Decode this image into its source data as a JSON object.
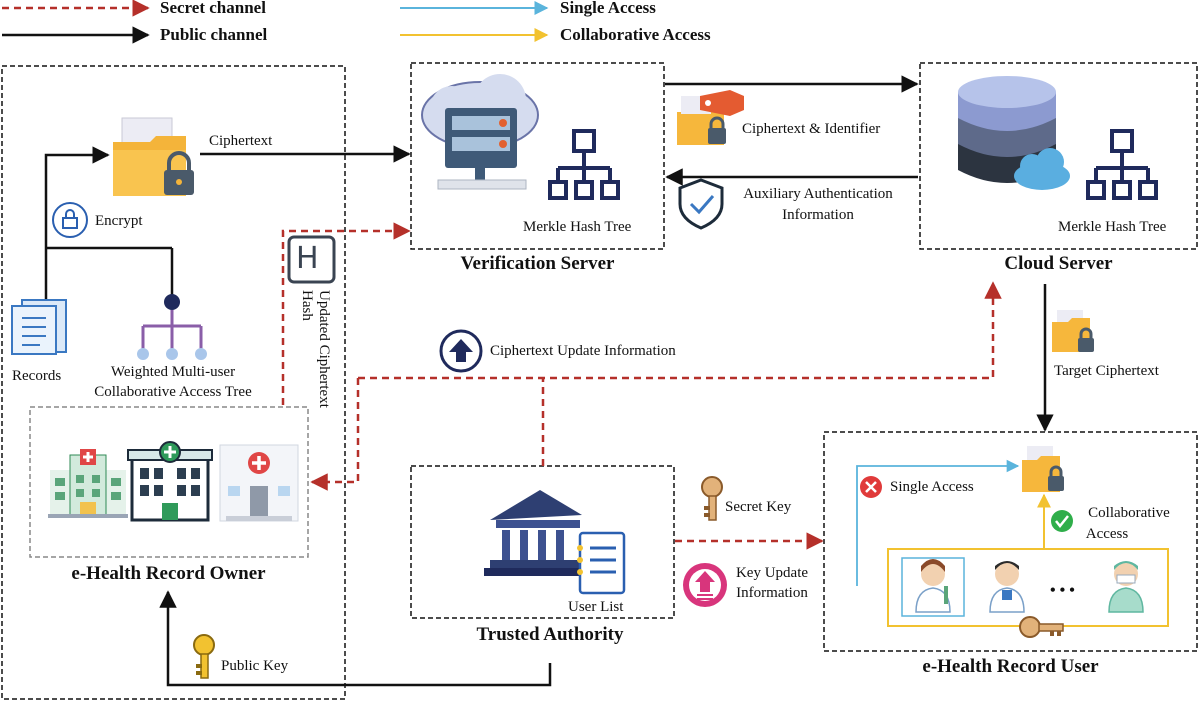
{
  "legend": {
    "secret": "Secret channel",
    "public": "Public channel",
    "single": "Single Access",
    "collab": "Collaborative Access"
  },
  "owner": {
    "title": "e-Health Record Owner",
    "ciphertext": "Ciphertext",
    "encrypt": "Encrypt",
    "records": "Records",
    "tree_line1": "Weighted Multi-user",
    "tree_line2": "Collaborative Access Tree"
  },
  "hash_label": "Updated Ciphertext Hash",
  "hash_icon": "H",
  "verification": {
    "title": "Verification Server",
    "mht": "Merkle Hash Tree"
  },
  "cloud": {
    "title": "Cloud Server",
    "mht": "Merkle Hash Tree",
    "target": "Target Ciphertext"
  },
  "links": {
    "ct_identifier": "Ciphertext & Identifier",
    "aux_line1": "Auxiliary Authentication",
    "aux_line2": "Information",
    "ct_update": "Ciphertext Update Information",
    "secret_key": "Secret Key",
    "key_update_line1": "Key Update",
    "key_update_line2": "Information",
    "public_key": "Public Key"
  },
  "authority": {
    "title": "Trusted Authority",
    "user_list": "User List"
  },
  "user": {
    "title": "e-Health Record User",
    "single": "Single Access",
    "collab_line1": "Collaborative",
    "collab_line2": "Access",
    "dots": "• • •"
  },
  "colors": {
    "secret": "#b5302a",
    "public": "#111111",
    "single": "#5ab4dc",
    "collab": "#f2c230",
    "navy": "#1f2a5c",
    "tree_purple": "#8a5ea8"
  }
}
